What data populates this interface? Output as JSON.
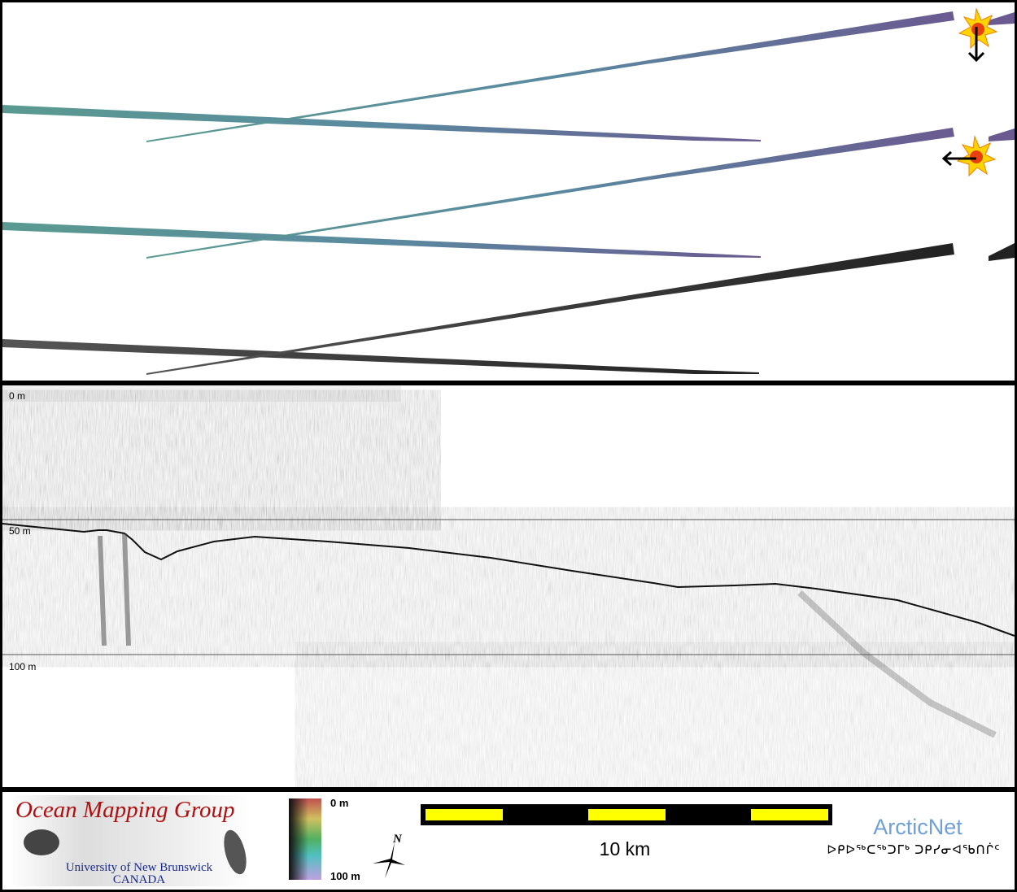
{
  "profile": {
    "depth_labels": [
      "0 m",
      "50 m",
      "100 m"
    ]
  },
  "footer": {
    "logo": {
      "title": "Ocean Mapping Group",
      "university": "University of New Brunswick",
      "country": "CANADA"
    },
    "colorbar": {
      "top_label": "0 m",
      "bottom_label": "100 m"
    },
    "north_label": "N",
    "scale": {
      "label": "10 km"
    },
    "partner": {
      "name": "ArcticNet",
      "inuktitut": "ᐅᑭᐅᖅᑕᖅᑐᒥᒃ ᑐᑭᓯᓂᐊᖃᑎᒌᑦ"
    }
  },
  "colors": {
    "swath_start": "#5a9a90",
    "swath_end": "#6a5a90",
    "scale_yellow": "#ffff00",
    "logo_red": "#b01010",
    "arctic_blue": "#6fa0d8"
  }
}
